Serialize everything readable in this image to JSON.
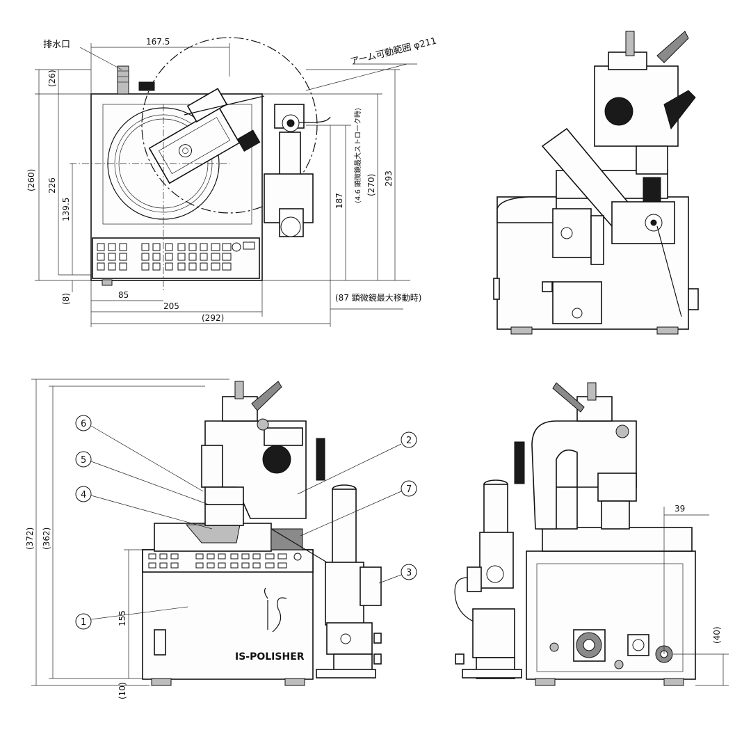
{
  "top_view": {
    "drain_label": "排水口",
    "arm_range_label": "アーム可動範囲 φ211",
    "microscope_stroke_label": "(4.6 顕微鏡最大ストローク時)",
    "microscope_move_label": "(87 顕微鏡最大移動時)",
    "dims": {
      "d167_5": "167.5",
      "d26": "(26)",
      "d260": "(260)",
      "d226": "226",
      "d139_5": "139.5",
      "d8": "(8)",
      "d85": "85",
      "d205": "205",
      "d292": "(292)",
      "d187": "187",
      "d270": "(270)",
      "d293": "293"
    }
  },
  "front_view": {
    "dims": {
      "d372": "(372)",
      "d362": "(362)",
      "d155": "155",
      "d10": "(10)"
    },
    "brand_text": "IS-POLISHER",
    "callouts": [
      "1",
      "2",
      "3",
      "4",
      "5",
      "6",
      "7"
    ]
  },
  "side_view": {
    "dims": {
      "d39": "39",
      "d40": "(40)"
    }
  },
  "colors": {
    "line": "#111111",
    "paper": "#ffffff"
  }
}
